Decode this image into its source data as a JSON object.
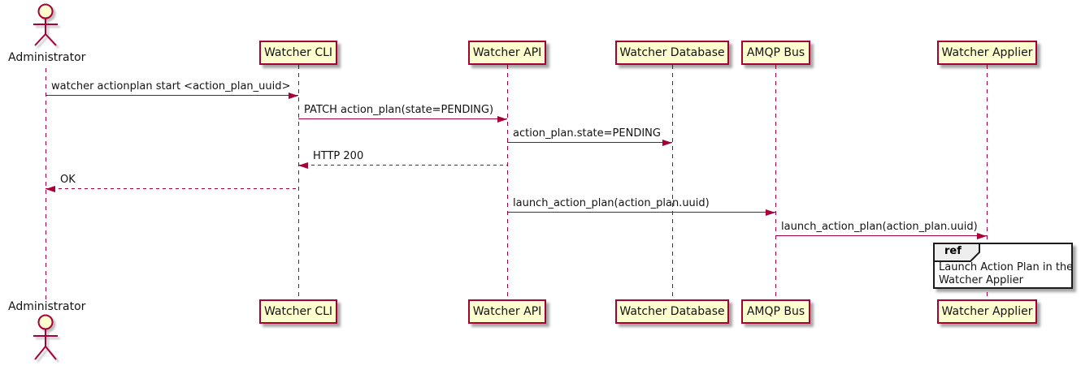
{
  "diagram_type": "sequence-diagram",
  "participants": [
    {
      "label": "Administrator",
      "kind": "actor"
    },
    {
      "label": "Watcher CLI",
      "kind": "participant"
    },
    {
      "label": "Watcher API",
      "kind": "participant"
    },
    {
      "label": "Watcher Database",
      "kind": "participant"
    },
    {
      "label": "AMQP Bus",
      "kind": "participant"
    },
    {
      "label": "Watcher Applier",
      "kind": "participant"
    }
  ],
  "messages": [
    {
      "from": "Administrator",
      "to": "Watcher CLI",
      "label": "watcher actionplan start <action_plan_uuid>",
      "line_style": "solid",
      "direction": "right"
    },
    {
      "from": "Watcher CLI",
      "to": "Watcher API",
      "label": "PATCH action_plan(state=PENDING)",
      "line_style": "solid",
      "direction": "right"
    },
    {
      "from": "Watcher API",
      "to": "Watcher Database",
      "label": "action_plan.state=PENDING",
      "line_style": "solid",
      "direction": "right"
    },
    {
      "from": "Watcher API",
      "to": "Watcher CLI",
      "label": "HTTP 200",
      "line_style": "dashed",
      "direction": "left"
    },
    {
      "from": "Watcher CLI",
      "to": "Administrator",
      "label": "OK",
      "line_style": "dashed",
      "direction": "left"
    },
    {
      "from": "Watcher API",
      "to": "AMQP Bus",
      "label": "launch_action_plan(action_plan.uuid)",
      "line_style": "solid",
      "direction": "right"
    },
    {
      "from": "AMQP Bus",
      "to": "Watcher Applier",
      "label": "launch_action_plan(action_plan.uuid)",
      "line_style": "solid",
      "direction": "right"
    }
  ],
  "ref_fragment": {
    "keyword": "ref",
    "lines": [
      "Launch Action Plan in the",
      "Watcher Applier"
    ]
  },
  "colors": {
    "participant_fill": "#FEFECE",
    "participant_border": "#A80036",
    "line": "#A80036",
    "text": "#131313",
    "ref_border": "#1B1B1B",
    "ref_header_fill": "#EEEEEE",
    "background": "#FFFFFF"
  }
}
